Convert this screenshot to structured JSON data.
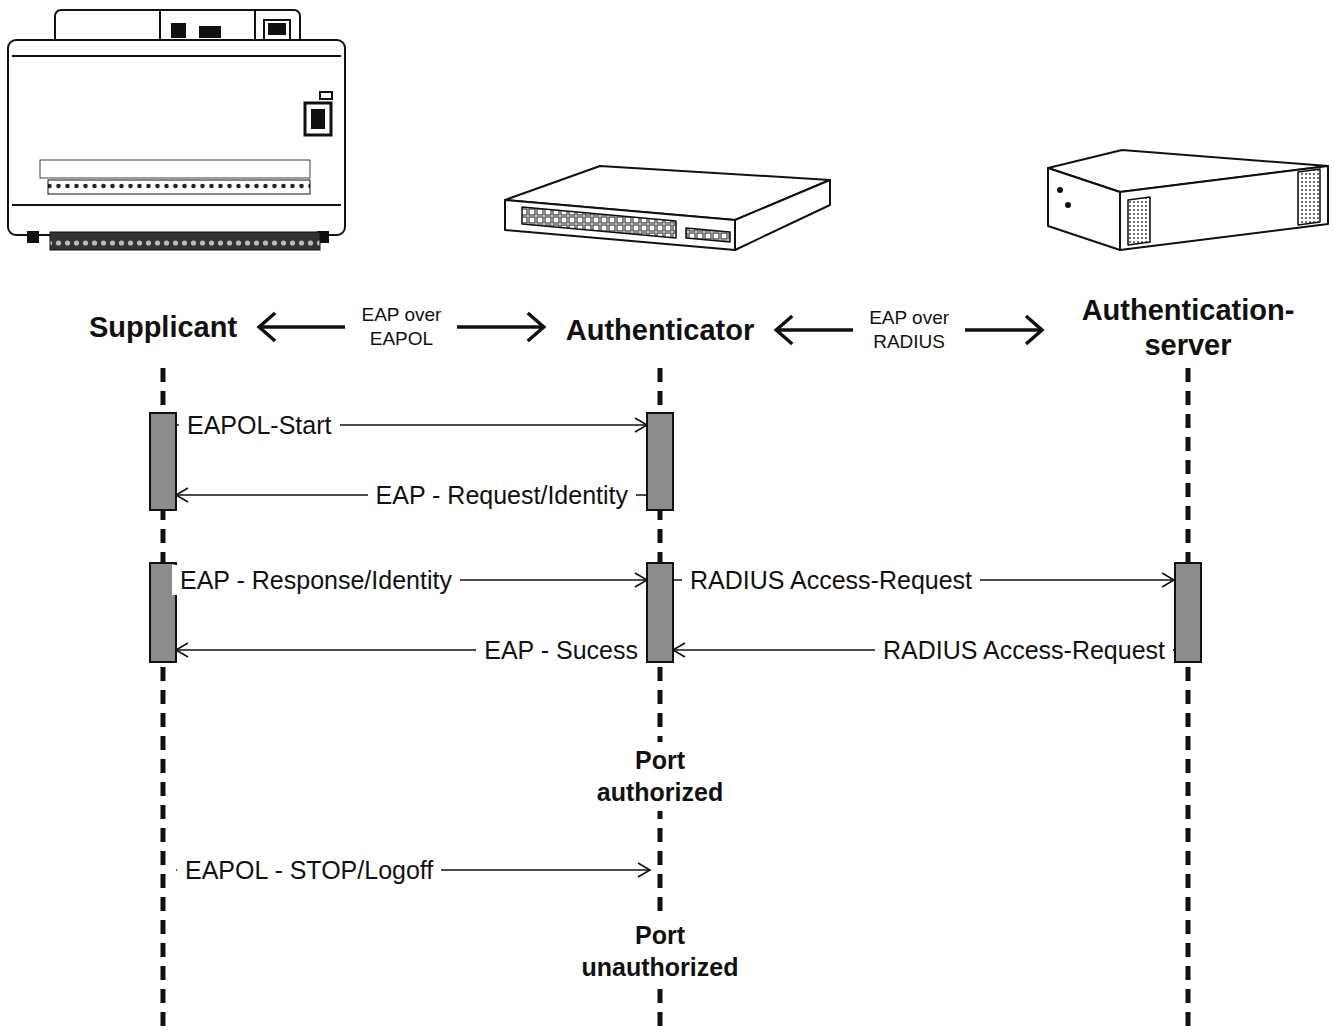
{
  "diagram": {
    "nodes": [
      {
        "text": [
          "Supplicant"
        ]
      },
      {
        "text": [
          "Authenticator"
        ]
      },
      {
        "text": [
          "Authentication- server"
        ]
      }
    ],
    "edges": [
      {
        "from": 0,
        "to": 1,
        "arrow": "both",
        "label": "EAP over EAPOL"
      },
      {
        "from": 1,
        "to": 2,
        "arrow": "both",
        "label": "EAP over RADIUS"
      },
      {
        "from": 0,
        "to": 1,
        "arrow": "to",
        "label": "EAPOL-Start"
      },
      {
        "from": 1,
        "to": 0,
        "arrow": "to",
        "label": "EAP - Request/Identity"
      },
      {
        "from": 0,
        "to": 1,
        "arrow": "to",
        "label": "EAP - Response/Identity"
      },
      {
        "from": 1,
        "to": 2,
        "arrow": "to",
        "label": "RADIUS Access-Request"
      },
      {
        "from": 2,
        "to": 1,
        "arrow": "to",
        "label": "RADIUS Access-Request"
      },
      {
        "from": 1,
        "to": 0,
        "arrow": "to",
        "label": "EAP - Sucess"
      },
      {
        "from": 0,
        "to": 1,
        "arrow": "to",
        "label": "EAPOL - STOP/Logoff"
      }
    ],
    "labels": [
      "Port authorized",
      "Port unauthorized"
    ]
  }
}
